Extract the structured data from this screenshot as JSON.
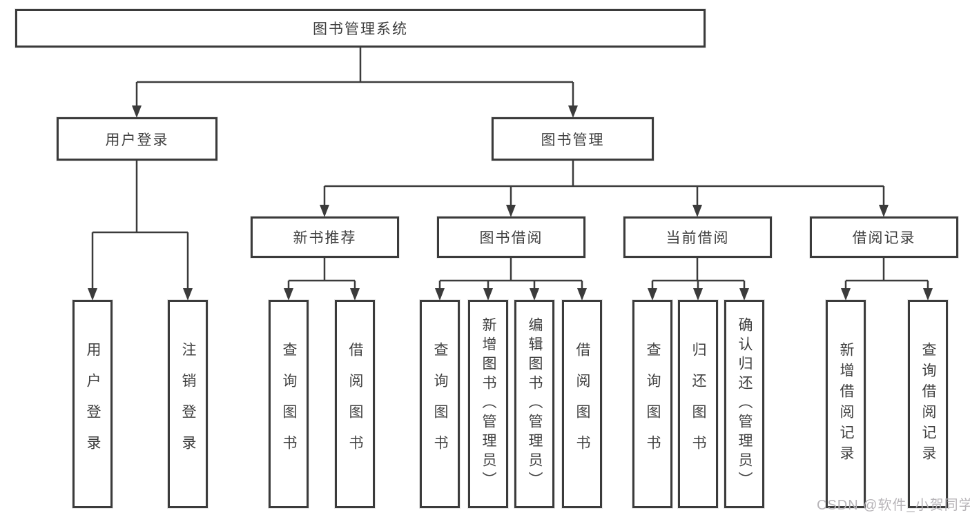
{
  "tree": {
    "label": "图书管理系统",
    "children": [
      {
        "label": "用户登录",
        "children": [
          {
            "label": "用户登录"
          },
          {
            "label": "注销登录"
          }
        ]
      },
      {
        "label": "图书管理",
        "children": [
          {
            "label": "新书推荐",
            "children": [
              {
                "label": "查询图书"
              },
              {
                "label": "借阅图书"
              }
            ]
          },
          {
            "label": "图书借阅",
            "children": [
              {
                "label": "查询图书"
              },
              {
                "label": "新增图书（管理员）"
              },
              {
                "label": "编辑图书（管理员）"
              },
              {
                "label": "借阅图书"
              }
            ]
          },
          {
            "label": "当前借阅",
            "children": [
              {
                "label": "查询图书"
              },
              {
                "label": "归还图书"
              },
              {
                "label": "确认归还（管理员）"
              }
            ]
          },
          {
            "label": "借阅记录",
            "children": [
              {
                "label": "新增借阅记录"
              },
              {
                "label": "查询借阅记录"
              }
            ]
          }
        ]
      }
    ]
  },
  "watermark": {
    "text": "CSDN @软件_小贺同学"
  },
  "colors": {
    "line": "#3b3b3b",
    "text": "#3f3f3f",
    "watermark": "#b7b4b8",
    "background": "#ffffff"
  }
}
